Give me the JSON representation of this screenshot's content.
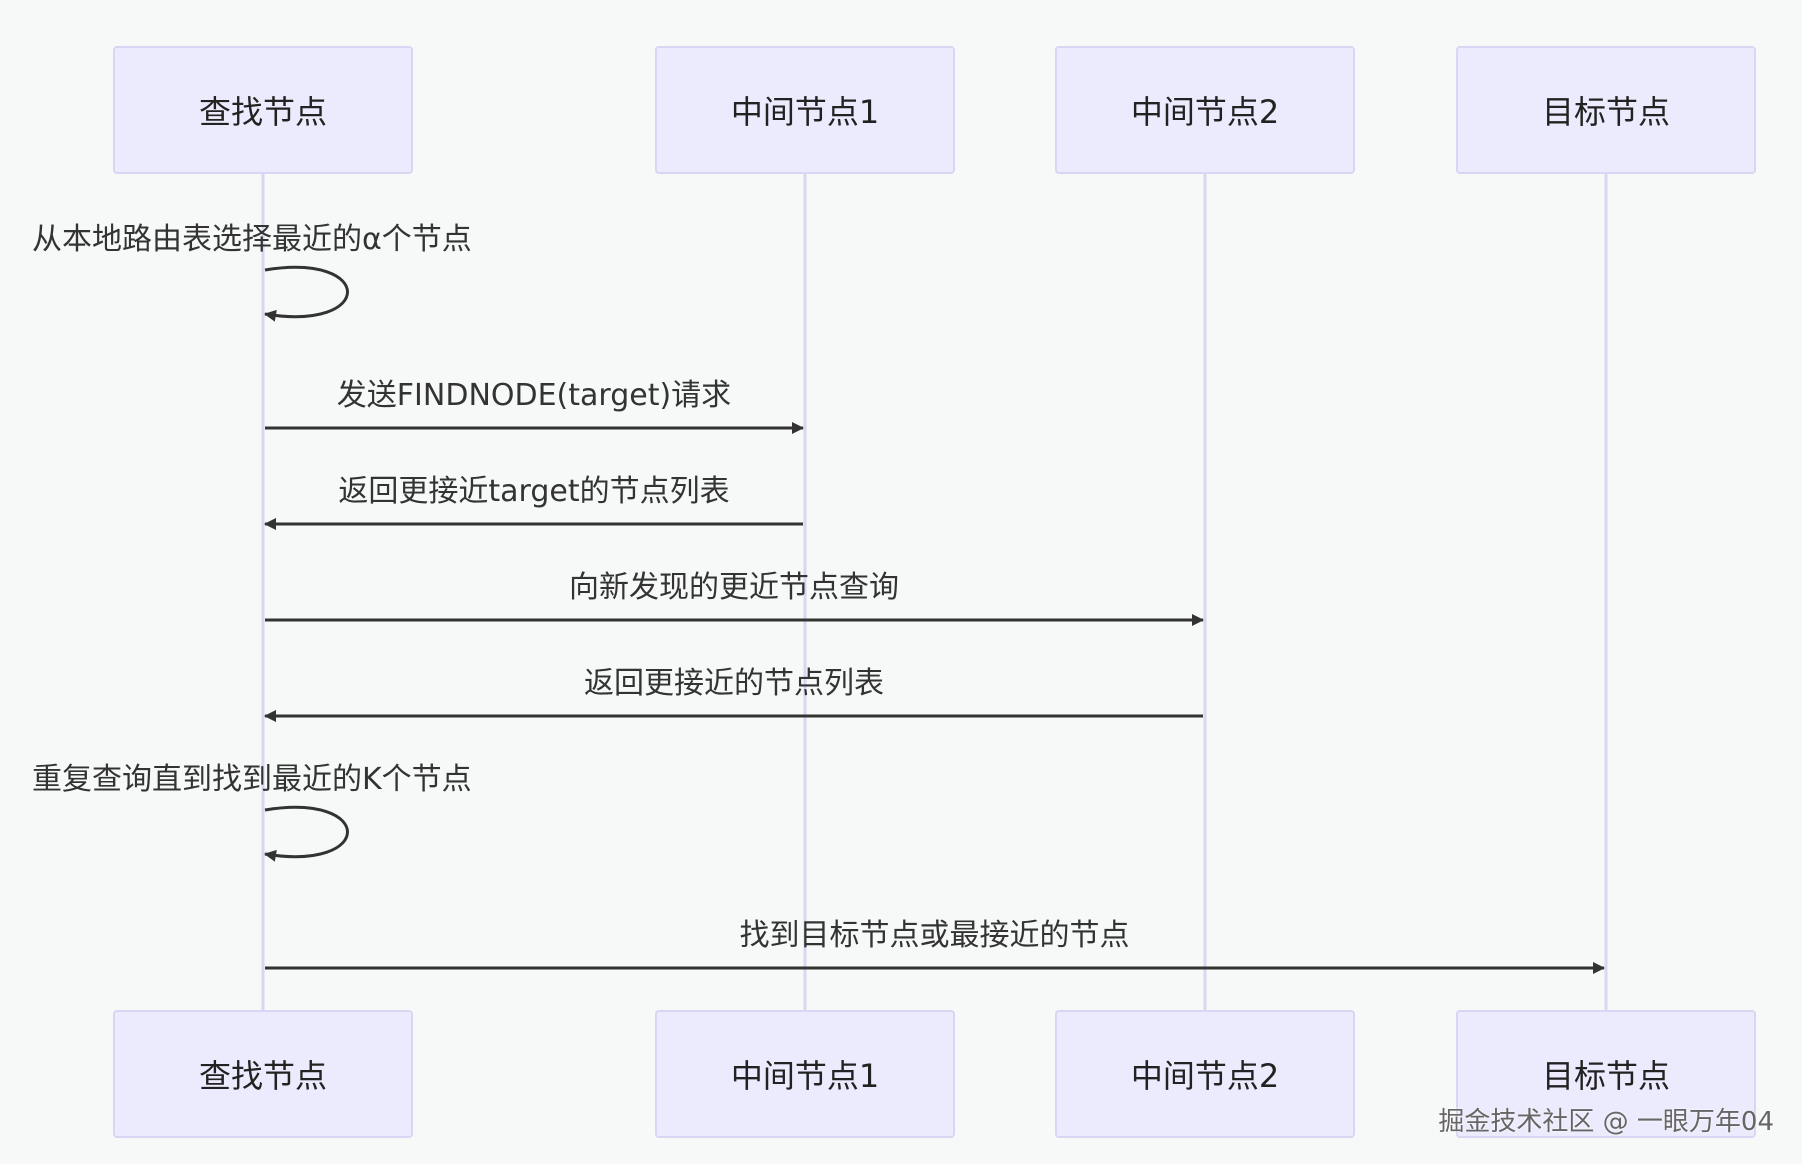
{
  "actors": [
    {
      "id": "A",
      "label": "查找节点"
    },
    {
      "id": "B",
      "label": "中间节点1"
    },
    {
      "id": "C",
      "label": "中间节点2"
    },
    {
      "id": "D",
      "label": "目标节点"
    }
  ],
  "messages": [
    {
      "from": "A",
      "to": "A",
      "label": "从本地路由表选择最近的α个节点",
      "self": true
    },
    {
      "from": "A",
      "to": "B",
      "label": "发送FINDNODE(target)请求"
    },
    {
      "from": "B",
      "to": "A",
      "label": "返回更接近target的节点列表"
    },
    {
      "from": "A",
      "to": "C",
      "label": "向新发现的更近节点查询"
    },
    {
      "from": "C",
      "to": "A",
      "label": "返回更接近的节点列表"
    },
    {
      "from": "A",
      "to": "A",
      "label": "重复查询直到找到最近的K个节点",
      "self": true
    },
    {
      "from": "A",
      "to": "D",
      "label": "找到目标节点或最接近的节点"
    }
  ],
  "watermark": "掘金技术社区 @ 一眼万年04",
  "colors": {
    "actor_fill": "#ecebfd",
    "actor_border": "#d9d6f4",
    "lifeline": "#d9d6f4",
    "arrow": "#333333",
    "background": "#f7f8f8"
  }
}
